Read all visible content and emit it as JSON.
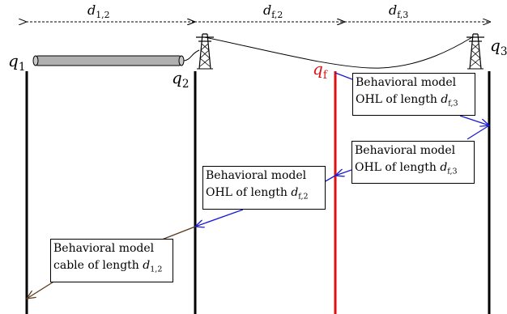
{
  "distances": {
    "d12": {
      "base": "d",
      "sub": "1,2"
    },
    "df2": {
      "base": "d",
      "sub": "f,2"
    },
    "df3": {
      "base": "d",
      "sub": "f,3"
    }
  },
  "nodes": {
    "q1": {
      "base": "q",
      "sub": "1"
    },
    "q2": {
      "base": "q",
      "sub": "2"
    },
    "qf": {
      "base": "q",
      "sub": "f"
    },
    "q3": {
      "base": "q",
      "sub": "3"
    }
  },
  "boxes": {
    "box1": {
      "line1": "Behavioral model",
      "line2_prefix": "OHL of length ",
      "len_base": "d",
      "len_sub": "f,3"
    },
    "box2": {
      "line1": "Behavioral model",
      "line2_prefix": "OHL of length ",
      "len_base": "d",
      "len_sub": "f,3"
    },
    "box3": {
      "line1": "Behavioral model",
      "line2_prefix": "OHL of length ",
      "len_base": "d",
      "len_sub": "f,2"
    },
    "box4": {
      "line1": "Behavioral model",
      "line2_prefix": "cable of length ",
      "len_base": "d",
      "len_sub": "1,2"
    }
  },
  "colors": {
    "fault_line": "#dd1111",
    "ohl_arrow": "#1a1ad6",
    "cable_arrow": "#5a3a1a",
    "cable_fill": "#b0b0b0"
  }
}
